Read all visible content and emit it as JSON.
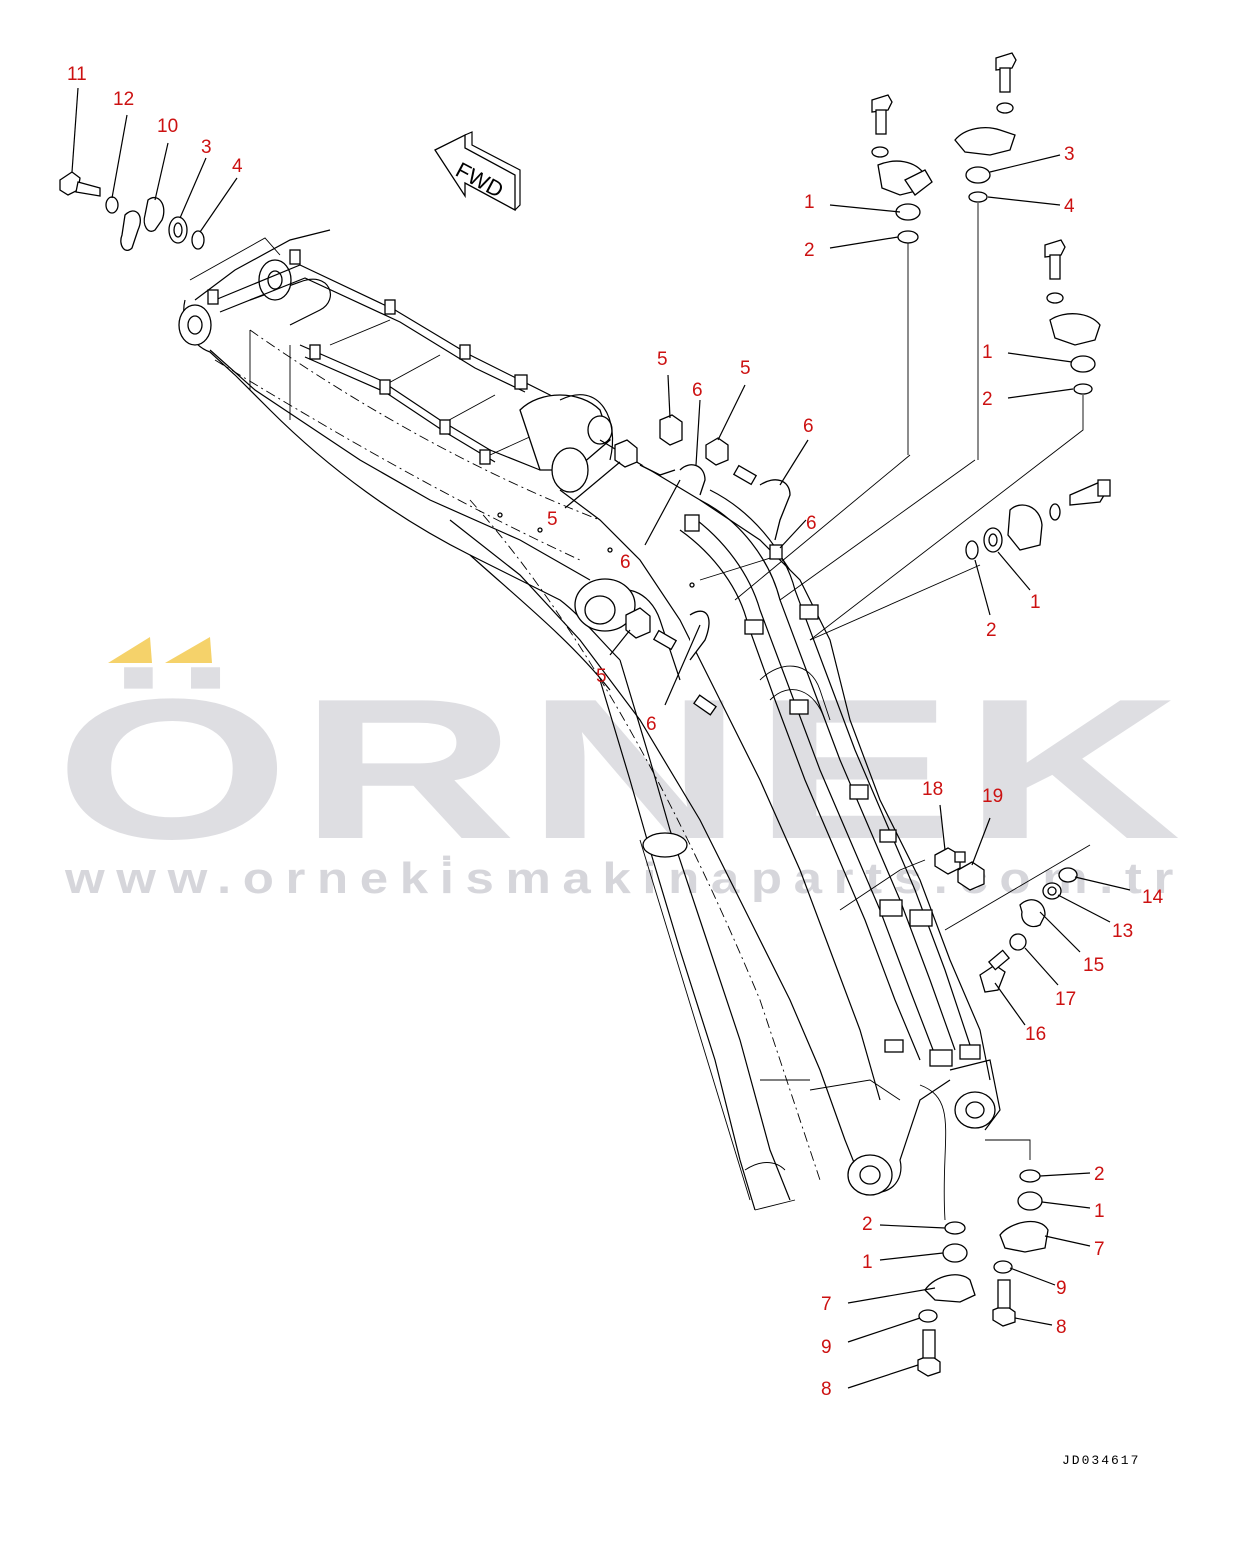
{
  "drawing": {
    "id": "JD034617",
    "direction_label": "FWD"
  },
  "watermark": {
    "brand": "ÖRNEK",
    "url": "www.orneki̇smakinaparts.com.tr",
    "accent_color": "#f5d26a",
    "color": "#c9c9cf"
  },
  "callout_color": "#cc1111",
  "callouts": {
    "c11": "11",
    "c12": "12",
    "c10": "10",
    "c3a": "3",
    "c4a": "4",
    "c1a": "1",
    "c2a": "2",
    "c3b": "3",
    "c4b": "4",
    "c1b": "1",
    "c2b": "2",
    "c5a": "5",
    "c6a": "6",
    "c5b": "5",
    "c6b": "6",
    "c6c": "6",
    "c5c": "5",
    "c6d": "6",
    "c5d": "5",
    "c6e": "6",
    "c1c": "1",
    "c2c": "2",
    "c18": "18",
    "c19": "19",
    "c14": "14",
    "c13": "13",
    "c15": "15",
    "c17": "17",
    "c16": "16",
    "c2d": "2",
    "c1d": "1",
    "c7a": "7",
    "c9a": "9",
    "c8a": "8",
    "c2e": "2",
    "c1e": "1",
    "c7b": "7",
    "c9b": "9",
    "c8b": "8"
  }
}
